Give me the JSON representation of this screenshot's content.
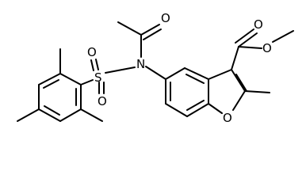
{
  "image_type": "chemical structure diagram",
  "atom_labels": {
    "o_acetyl": "O",
    "n_amide": "N",
    "s_sulfonyl": "S",
    "o_sulfonyl_left": "O",
    "o_sulfonyl_bottom": "O",
    "o_ester_carbonyl": "O",
    "o_ester_single": "O",
    "o_furan": "O"
  },
  "colors": {
    "bond": "#000000",
    "label": "#000000",
    "background": "#ffffff"
  }
}
